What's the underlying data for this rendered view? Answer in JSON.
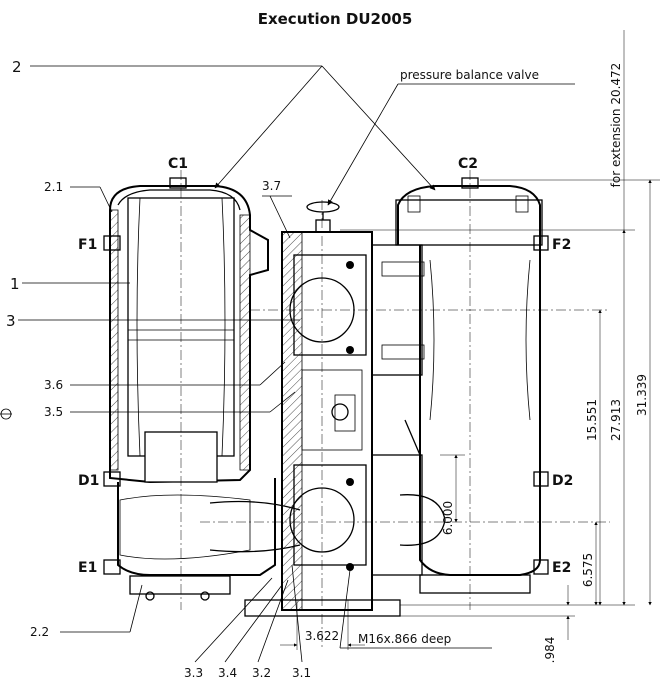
{
  "title": "Execution  DU2005",
  "callouts": {
    "c1": "C1",
    "c2": "C2",
    "f1": "F1",
    "f2": "F2",
    "d1": "D1",
    "d2": "D2",
    "e1": "E1",
    "e2": "E2"
  },
  "parts": {
    "p1": "1",
    "p2": "2",
    "p2_1": "2.1",
    "p2_2": "2.2",
    "p3": "3",
    "p3_1": "3.1",
    "p3_2": "3.2",
    "p3_3": "3.3",
    "p3_4": "3.4",
    "p3_5": "3.5",
    "p3_6": "3.6",
    "p3_7": "3.7"
  },
  "notes": {
    "pressure_balance_valve": "pressure balance valve",
    "bolt_spec": "M16x.866  deep",
    "extension": "for  extension  20.472"
  },
  "dimensions": {
    "d_15551": "15.551",
    "d_27913": "27.913",
    "d_31339": "31.339",
    "d_6000": "6.000",
    "d_6575": "6.575",
    "d_3622": "3.622",
    "d_984": ".984"
  }
}
